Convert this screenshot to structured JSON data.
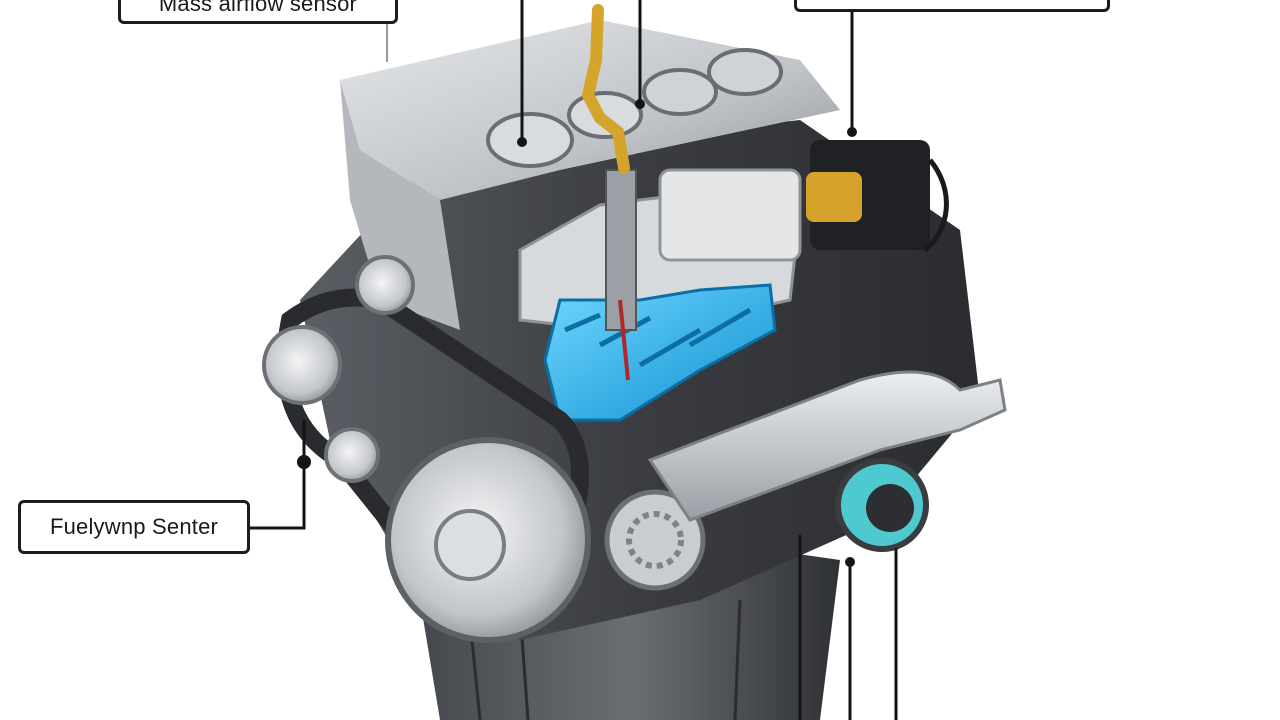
{
  "diagram": {
    "subject": "engine-cutaway",
    "colors": {
      "background": "#ffffff",
      "block": "#3c3e43",
      "head_metal": "#c9ccd0",
      "coolant": "#2fb8f0",
      "brass": "#d4a52a",
      "leader": "#141414"
    },
    "labels": {
      "mass_airflow_sensor": "Mass airflow sensor",
      "top_right": "",
      "fuel_pump_sender": "Fuelywnp Senter"
    }
  }
}
